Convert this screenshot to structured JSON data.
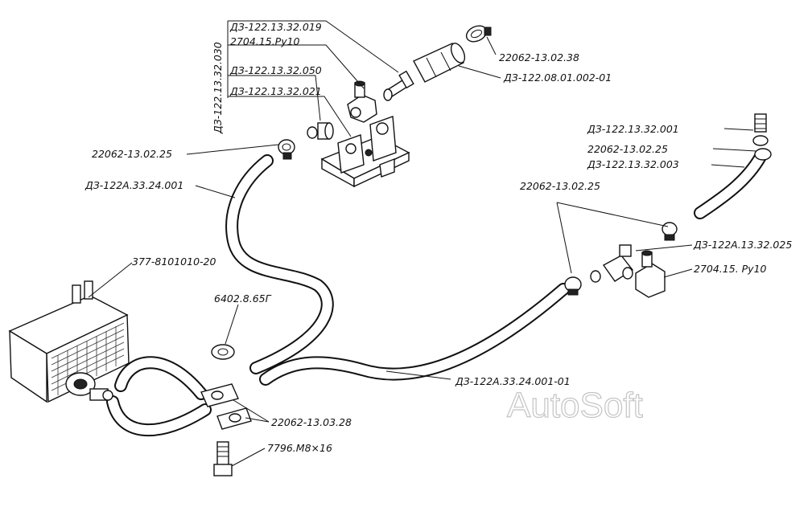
{
  "labels": {
    "top_ref_1": "ДЗ-122.13.32.019",
    "top_valve": "2704.15.Ру10",
    "top_ref_2": "ДЗ-122.13.32.050",
    "top_ref_3": "ДЗ-122.13.32.021",
    "vertical_ref": "ДЗ-122.13.32.030",
    "clamp_top_right": "22062-13.02.38",
    "sleeve_ref": "ДЗ-122.08.01.002-01",
    "clamp_left": "22062-13.02.25",
    "hose_left": "ДЗ-122А.33.24.001",
    "right_ref_1": "ДЗ-122.13.32.001",
    "right_clamp": "22062-13.02.25",
    "right_ref_3": "ДЗ-122.13.32.003",
    "mid_clamp": "22062-13.02.25",
    "tee_ref": "ДЗ-122А.13.32.025",
    "right_valve": "2704.15. Ру10",
    "heater": "377-8101010-20",
    "washer": "6402.8.65Г",
    "hose_long": "ДЗ-122А.33.24.001-01",
    "bracket_clamp": "22062-13.03.28",
    "bolt": "7796.М8×16"
  },
  "watermark": "AutoSoft"
}
